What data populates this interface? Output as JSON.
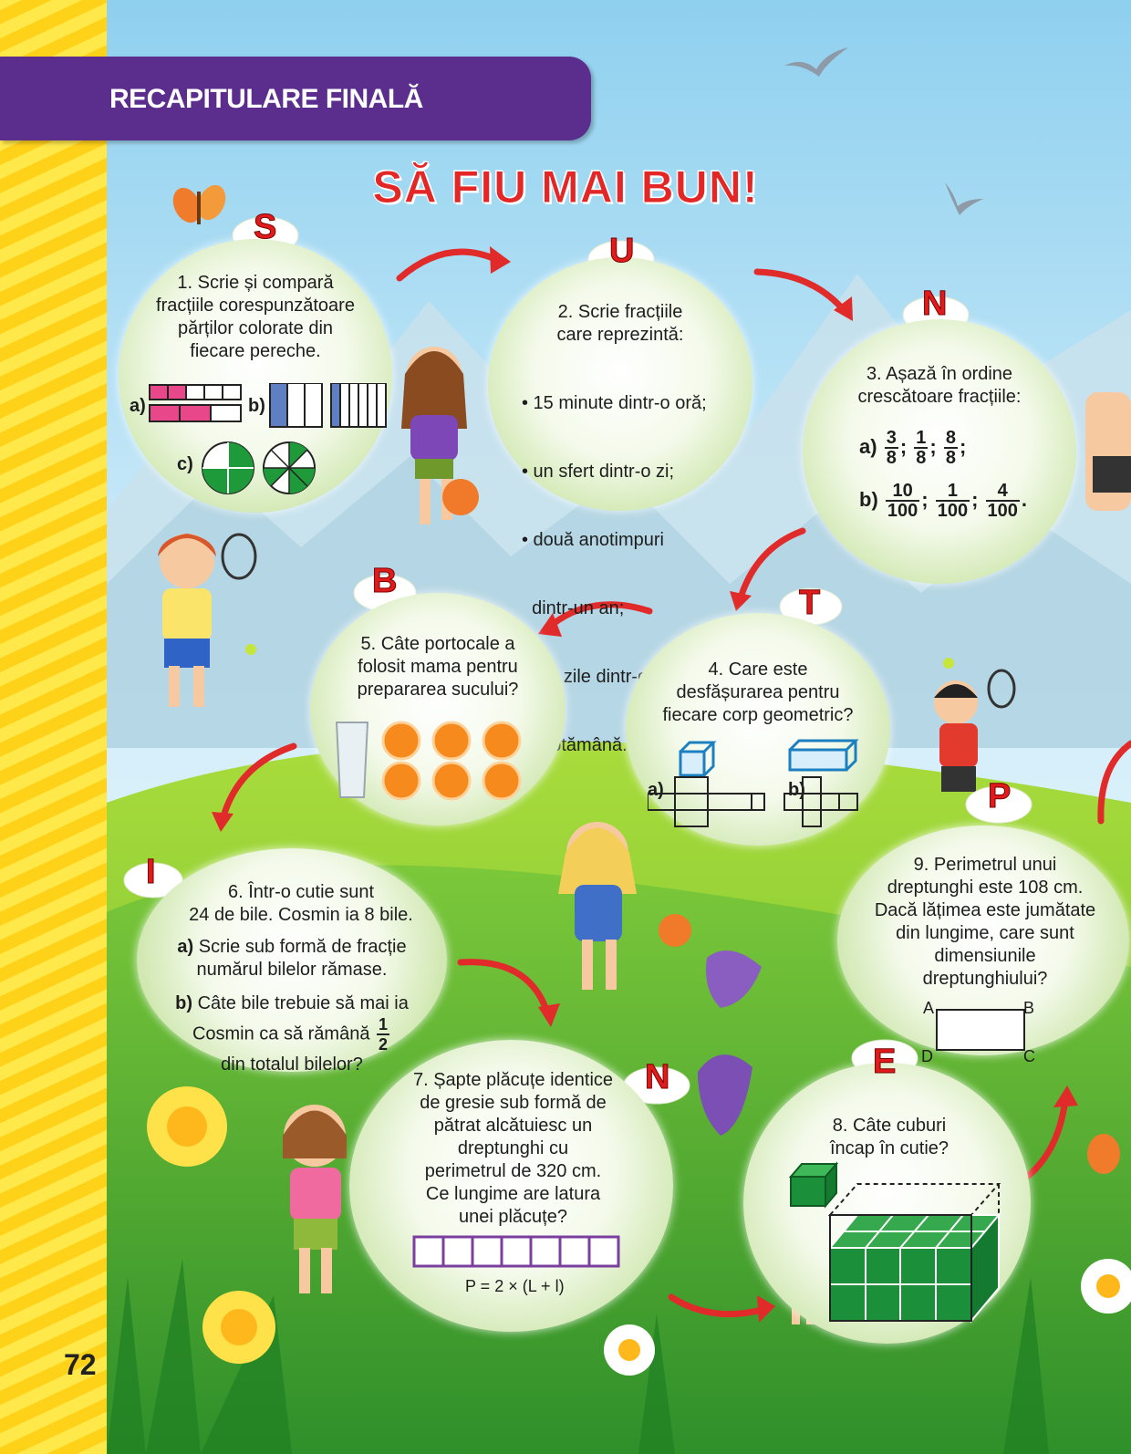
{
  "header": {
    "title": "RECAPITULARE FINALĂ"
  },
  "main_title": "SĂ FIU MAI BUN!",
  "page_number": "72",
  "colors": {
    "banner": "#5b2e8e",
    "title": "#e32626",
    "arrow": "#e12a2a",
    "bubble": "#c8e3a3",
    "fraction_pink": "#e8488a",
    "fraction_blue": "#5e7fc2",
    "pie_green": "#1f9a3a",
    "cube_green": "#1c8f3a",
    "net_blue": "#1c7fc0",
    "tile_purple": "#7b3fa0"
  },
  "tasks": {
    "t1": {
      "letter": "S",
      "lines": [
        "1. Scrie și compară",
        "fracțiile corespunzătoare",
        "părților colorate din",
        "fiecare pereche."
      ],
      "label_a": "a)",
      "label_b": "b)",
      "label_c": "c)"
    },
    "t2": {
      "letter": "U",
      "lines": [
        "2. Scrie fracțiile",
        "care reprezintă:"
      ],
      "items": [
        "• 15 minute dintr-o oră;",
        "• un sfert dintr-o zi;",
        "• două anotimpuri",
        "  dintr-un an;",
        "• trei zile dintr-o",
        "  săptămână."
      ]
    },
    "t3": {
      "letter": "N",
      "lines": [
        "3. Așază în ordine",
        "crescătoare fracțiile:"
      ],
      "row_a": {
        "label": "a)",
        "fractions": [
          [
            "3",
            "8"
          ],
          [
            "1",
            "8"
          ],
          [
            "8",
            "8"
          ]
        ],
        "sep": ";",
        "end": ";"
      },
      "row_b": {
        "label": "b)",
        "fractions": [
          [
            "10",
            "100"
          ],
          [
            "1",
            "100"
          ],
          [
            "4",
            "100"
          ]
        ],
        "sep": ";",
        "end": "."
      }
    },
    "t4": {
      "letter": "T",
      "lines": [
        "4. Care este",
        "desfășurarea pentru",
        "fiecare corp geometric?"
      ],
      "label_a": "a)",
      "label_b": "b)"
    },
    "t5": {
      "letter": "B",
      "lines": [
        "5. Câte portocale a",
        "folosit mama pentru",
        "prepararea sucului?"
      ]
    },
    "t6": {
      "letter": "I",
      "lines": [
        "6. Într-o cutie sunt",
        "24 de bile. Cosmin ia 8 bile."
      ],
      "a_label": "a)",
      "a_lines": [
        "Scrie sub formă de fracție",
        "numărul bilelor rămase."
      ],
      "b_label": "b)",
      "b_lines": [
        "Câte bile trebuie să mai ia",
        "Cosmin ca să rămână"
      ],
      "b_fraction": [
        "1",
        "2"
      ],
      "b_end": "din totalul bilelor?"
    },
    "t7": {
      "letter": "N",
      "lines": [
        "7. Șapte plăcuțe identice",
        "de gresie sub formă de",
        "pătrat alcătuiesc un",
        "dreptunghi cu",
        "perimetrul de 320 cm.",
        "Ce lungime are latura",
        "unei plăcuțe?"
      ],
      "formula": "P = 2 × (L + l)"
    },
    "t8": {
      "letter": "E",
      "lines": [
        "8. Câte cuburi",
        "încap în cutie?"
      ]
    },
    "t9": {
      "letter": "P",
      "lines": [
        "9. Perimetrul unui",
        "dreptunghi este 108 cm.",
        "Dacă lățimea este jumătate",
        "din lungime, care sunt",
        "dimensiunile",
        "dreptunghiului?"
      ],
      "vertices": [
        "A",
        "B",
        "C",
        "D"
      ]
    }
  }
}
